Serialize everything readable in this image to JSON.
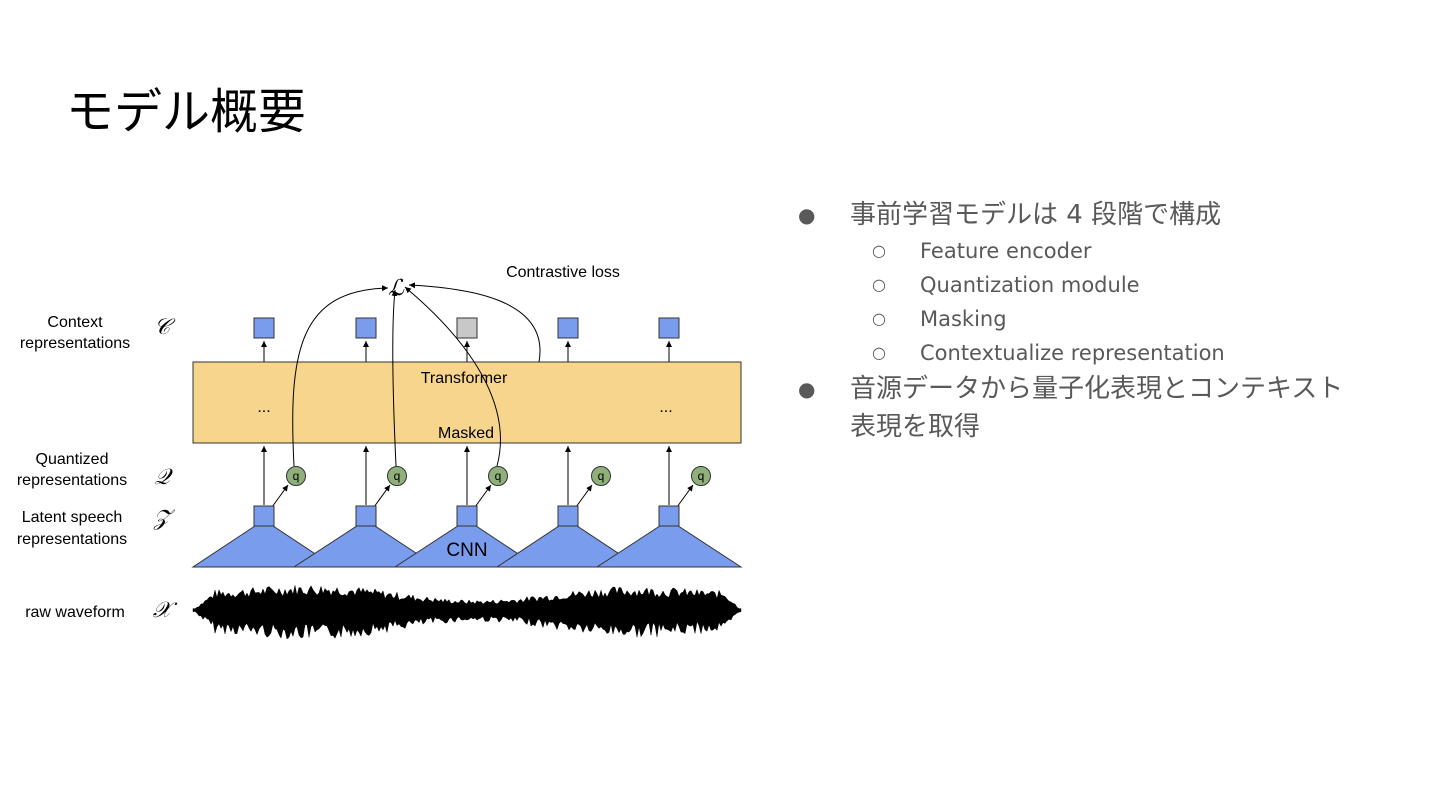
{
  "slide": {
    "title": "モデル概要"
  },
  "diagram": {
    "loss_symbol": "ℒ",
    "loss_label": "Contrastive loss",
    "rows": {
      "context": {
        "label_line1": "Context",
        "label_line2": "representations",
        "symbol": "𝒞"
      },
      "quantized": {
        "label_line1": "Quantized",
        "label_line2": "representations",
        "symbol": "𝒬"
      },
      "latent": {
        "label_line1": "Latent speech",
        "label_line2": "representations",
        "symbol": "𝒵"
      },
      "raw": {
        "label": "raw waveform",
        "symbol": "𝒳"
      }
    },
    "transformer_label": "Transformer",
    "masked_label": "Masked",
    "ellipsis_left": "...",
    "ellipsis_right": "...",
    "cnn_label": "CNN",
    "q_label": "q",
    "colors": {
      "block_blue": "#7a9ced",
      "masked_gray": "#c8c8c8",
      "transformer": "#f7d58c",
      "quantizer": "#8fb07a"
    }
  },
  "bullets": [
    {
      "text": "事前学習モデルは 4 段階で構成",
      "children": [
        "Feature encoder",
        "Quantization module",
        "Masking",
        "Contextualize representation"
      ]
    },
    {
      "text": "音源データから量子化表現とコンテキスト表現を取得",
      "children": []
    }
  ]
}
